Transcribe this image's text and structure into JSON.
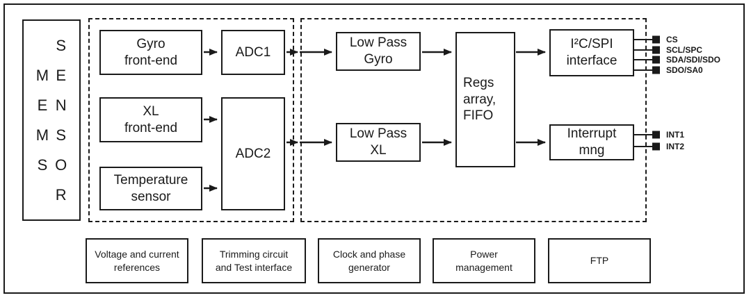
{
  "blocks": {
    "mems_col1": "M\nE\nM\nS",
    "mems_col2": "S\nE\nN\nS\nO\nR",
    "gyro_front_end": "Gyro\nfront-end",
    "adc1": "ADC1",
    "xl_front_end": "XL\nfront-end",
    "adc2": "ADC2",
    "temperature_sensor": "Temperature\nsensor",
    "low_pass_gyro": "Low Pass\nGyro",
    "low_pass_xl": "Low Pass\nXL",
    "regs_array_fifo": "Regs\narray,\nFIFO",
    "i2c_spi_interface": "I²C/SPI\ninterface",
    "interrupt_mng": "Interrupt\nmng"
  },
  "pins": {
    "cs": "CS",
    "scl_spc": "SCL/SPC",
    "sda_sdi_sdo": "SDA/SDI/SDO",
    "sdo_sa0": "SDO/SA0",
    "int1": "INT1",
    "int2": "INT2"
  },
  "bottom_blocks": {
    "references": "Voltage and current\nreferences",
    "trimming": "Trimming circuit\nand Test interface",
    "clock": "Clock and phase\ngenerator",
    "power": "Power\nmanagement",
    "ftp": "FTP"
  },
  "colors": {
    "line": "#1a1a1a",
    "background": "#ffffff"
  }
}
